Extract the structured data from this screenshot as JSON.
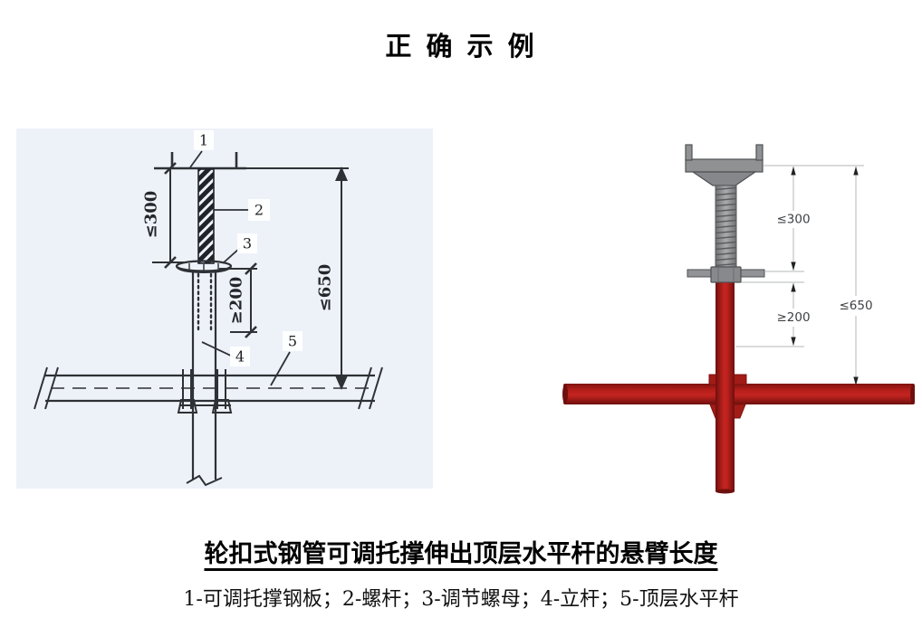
{
  "title": "正 确 示 例",
  "left_figure": {
    "background": "#edf2f9",
    "dimensions": {
      "screw_exposed": "≤300",
      "insertion": "≥200",
      "cantilever": "≤650"
    },
    "callouts": [
      "1",
      "2",
      "3",
      "4",
      "5"
    ]
  },
  "right_figure": {
    "dimensions": {
      "screw_exposed": "≤300",
      "insertion": "≥200",
      "cantilever": "≤650"
    },
    "colors": {
      "pipe_red": "#c42420",
      "steel_gray": "#8f9193",
      "dimension_line": "#b4b7ba"
    }
  },
  "caption": {
    "heading": "轮扣式钢管可调托撑伸出顶层水平杆的悬臂长度",
    "legend": "1-可调托撑钢板；2-螺杆；3-调节螺母；4-立杆；5-顶层水平杆"
  }
}
